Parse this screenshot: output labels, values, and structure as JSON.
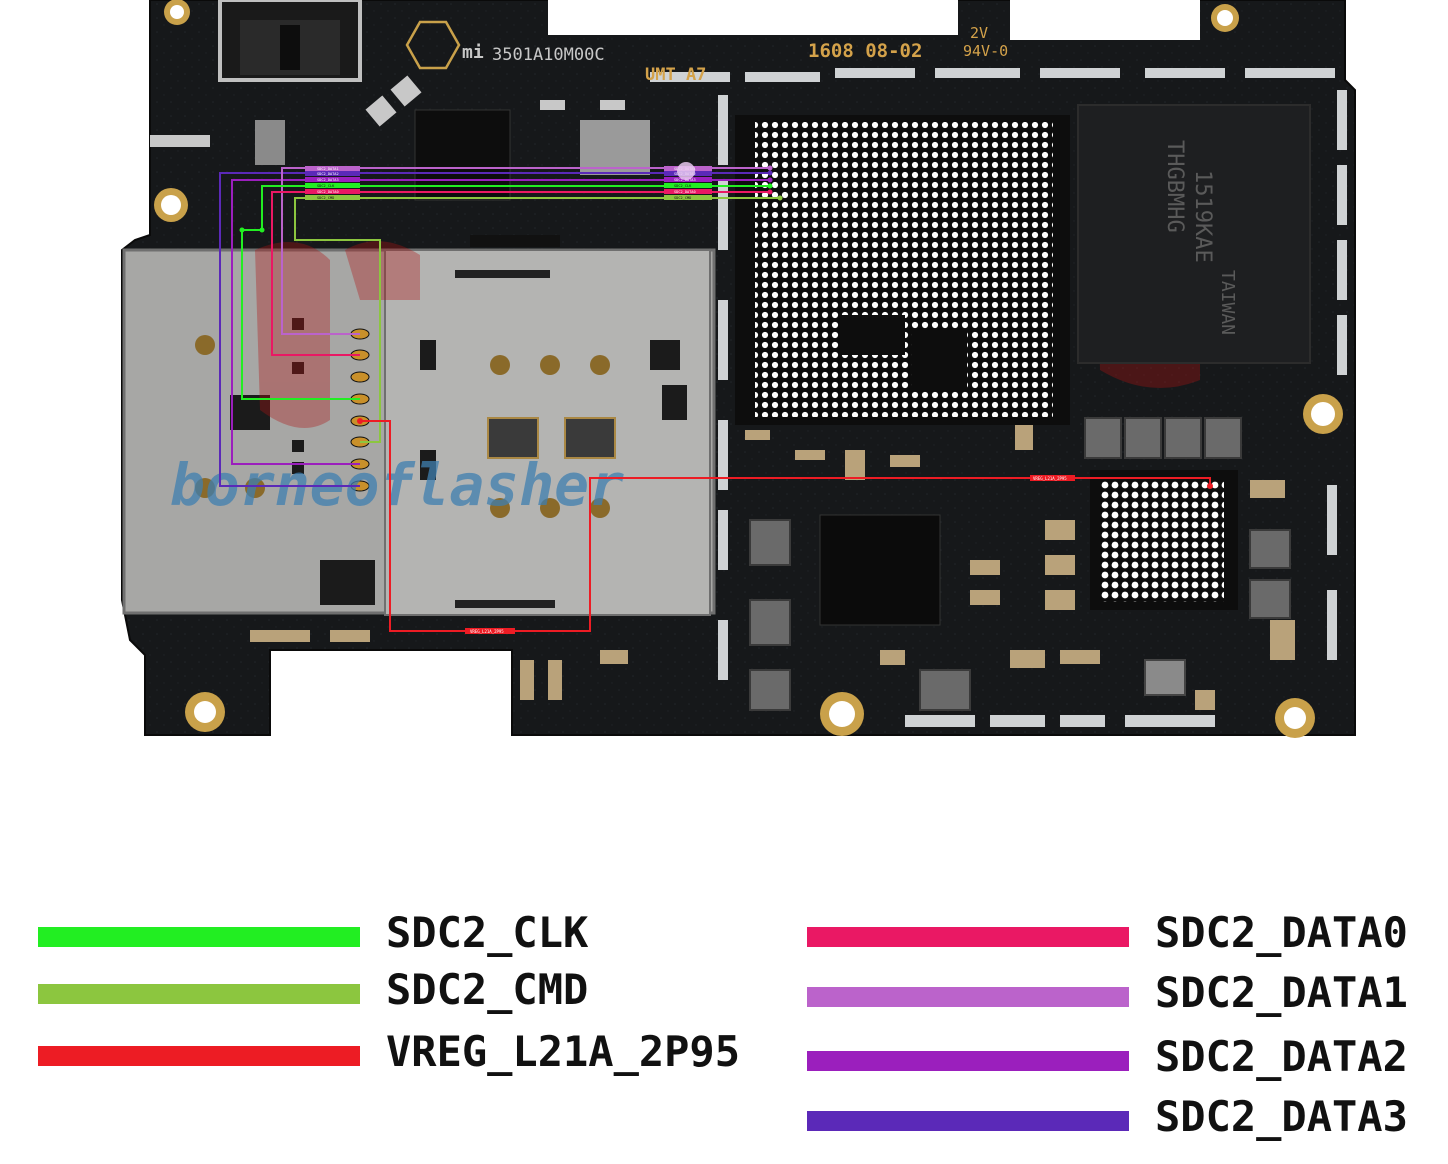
{
  "board": {
    "silkscreen": {
      "part_number": "3501A10M00C",
      "brand_mark": "mi",
      "date_code": "1608 08-02",
      "vendor": "UMT A7",
      "rating_top": "2V",
      "rating_bottom": "94V-0",
      "emmc_text_1": "THGBMHG",
      "emmc_text_2": "1519KAE",
      "emmc_text_3": "TAIWAN"
    },
    "watermark": "borneoflasher",
    "net_tags": {
      "top_left": [
        "SDC2_DATA1",
        "SDC2_DATA2",
        "SDC2_DATA3",
        "SDC2_CLK",
        "SDC2_DATA0",
        "SDC2_CMD"
      ],
      "top_right": [
        "SDC2_DATA1",
        "SDC2_DATA2",
        "SDC2_DATA3",
        "SDC2_CLK",
        "SDC2_DATA0",
        "SDC2_CMD"
      ],
      "vreg_left": "VREG_L21A_2P95",
      "vreg_right": "VREG_L21A_2P95"
    }
  },
  "legend": {
    "items": [
      {
        "label": "SDC2_CLK",
        "color": "#22ee22"
      },
      {
        "label": "SDC2_CMD",
        "color": "#8cc63f"
      },
      {
        "label": "VREG_L21A_2P95",
        "color": "#ed1c24"
      },
      {
        "label": "SDC2_DATA0",
        "color": "#ea1864"
      },
      {
        "label": "SDC2_DATA1",
        "color": "#bb63cb"
      },
      {
        "label": "SDC2_DATA2",
        "color": "#9b1fbd"
      },
      {
        "label": "SDC2_DATA3",
        "color": "#5b29b8"
      }
    ]
  }
}
